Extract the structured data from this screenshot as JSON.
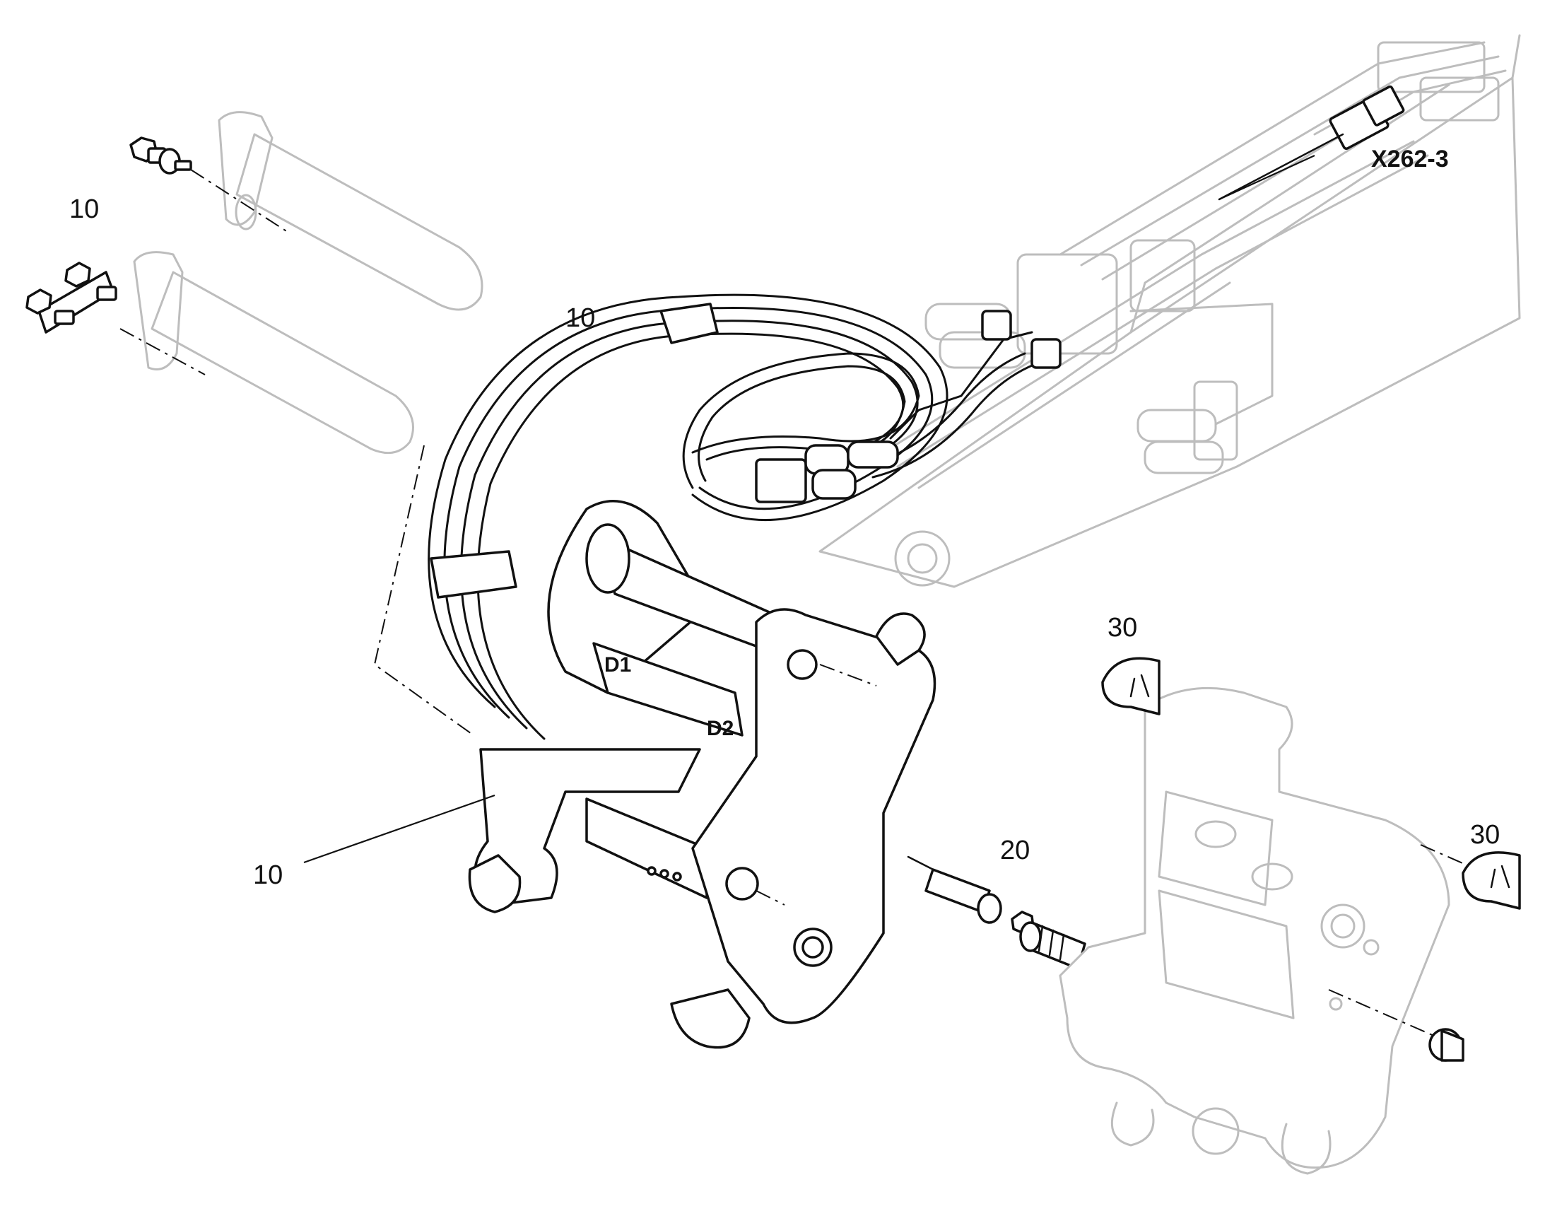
{
  "callouts": {
    "item_10_pins": "10",
    "item_10_hoses": "10",
    "item_10_bracket": "10",
    "item_20_sensor": "20",
    "item_30_upper": "30",
    "item_30_right": "30"
  },
  "connector_label": "X262-3",
  "hose_ports": {
    "d1": "D1",
    "d2": "D2"
  }
}
